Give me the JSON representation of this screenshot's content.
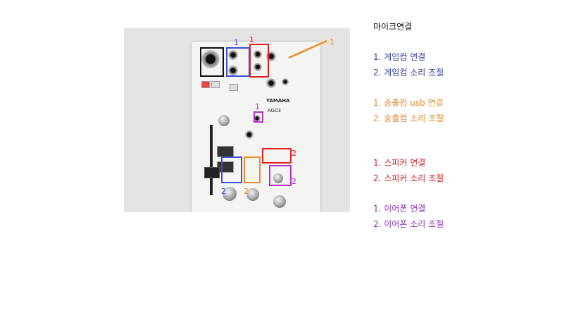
{
  "colors": {
    "black": "#111111",
    "blue": "#3d4fd6",
    "red": "#e02020",
    "magenta": "#b030c8",
    "orange": "#f08a2a"
  },
  "photo": {
    "brand": "YAMAHA",
    "model": "AG03",
    "markers": {
      "blue_top": "1",
      "red_top": "1",
      "orange_top": "1",
      "magenta": "1",
      "red_right": "2",
      "blue_bottom": "2",
      "orange_bottom": "2",
      "magenta_right": "2"
    }
  },
  "legend": {
    "mic": "마이크연결",
    "game_1": "1. 게임컴 연결",
    "game_2": "2. 게임컴 소리 조절",
    "stream_1": "1. 송출컴 usb 연결",
    "stream_2": "2. 송출컴 소리 조절",
    "speaker_1": "1. 스피커 연결",
    "speaker_2": "2. 스피커 소리 조절",
    "ear_1": "1. 이어폰 연결",
    "ear_2": "2. 이어폰 소리 조절"
  }
}
